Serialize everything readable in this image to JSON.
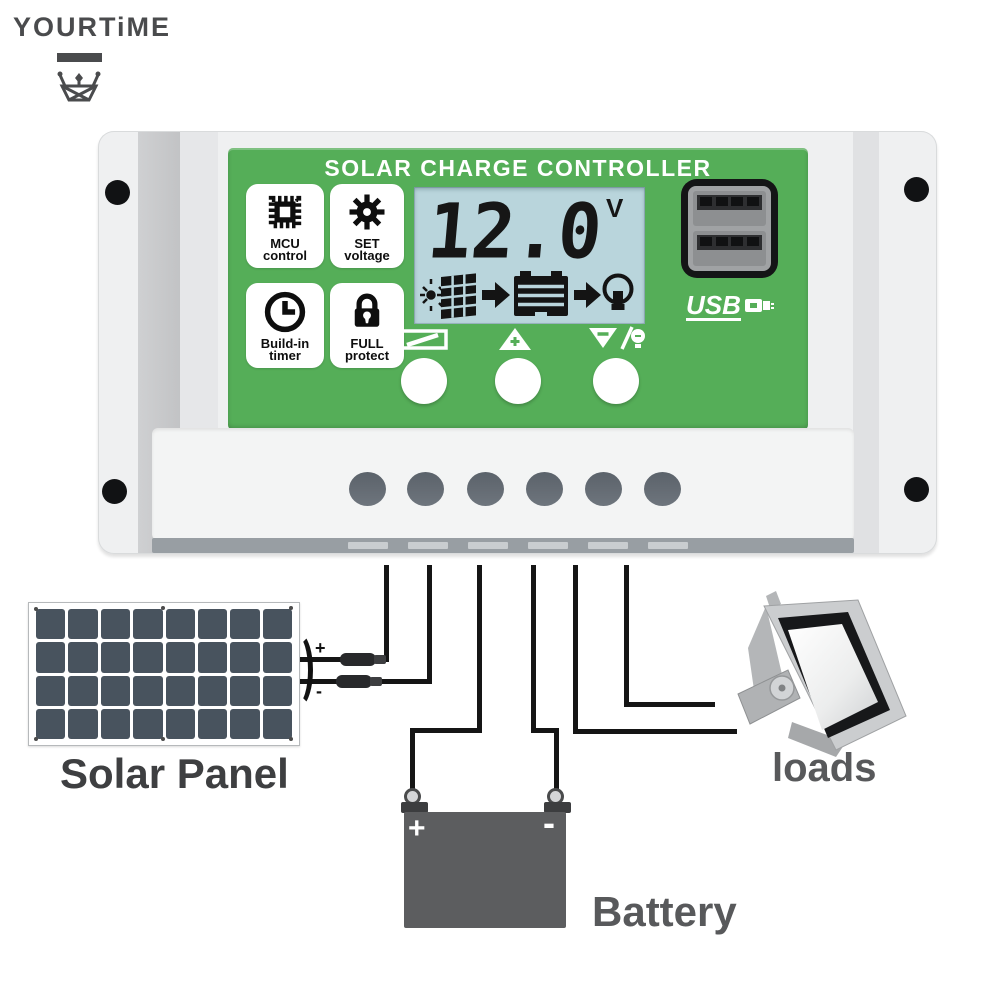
{
  "logo": {
    "brand": "YOURTiME"
  },
  "controller": {
    "title": "SOLAR CHARGE CONTROLLER",
    "features": [
      {
        "icon": "mcu-chip-icon",
        "line1": "MCU",
        "line2": "control"
      },
      {
        "icon": "gear-icon",
        "line1": "SET",
        "line2": "voltage"
      },
      {
        "icon": "clock-icon",
        "line1": "Build-in",
        "line2": "timer"
      },
      {
        "icon": "padlock-icon",
        "line1": "FULL",
        "line2": "protect"
      }
    ],
    "lcd": {
      "voltage": "12.0",
      "unit": "V",
      "flow_icons": [
        "sun-icon",
        "solar-panel-icon",
        "arrow-right-icon",
        "battery-icon",
        "arrow-right-icon",
        "bulb-icon"
      ]
    },
    "button_icons": [
      "battery-type-icon",
      "up-plus-icon",
      "down-minus-lamp-icon"
    ],
    "usb": {
      "label": "USB",
      "port_count": 2
    }
  },
  "diagram": {
    "solar_panel": {
      "label": "Solar Panel",
      "plus": "+",
      "minus": "-",
      "cols": 8,
      "rows": 4
    },
    "battery": {
      "label": "Battery",
      "plus": "+",
      "minus": "-"
    },
    "loads": {
      "label": "loads"
    }
  },
  "colors": {
    "panel_green": "#55ae58",
    "lcd_blue": "#b9d5dc",
    "wire_black": "#151515",
    "solar_cell": "#48535e",
    "battery_gray": "#5c5d5f",
    "label_gray": "#58595b"
  }
}
